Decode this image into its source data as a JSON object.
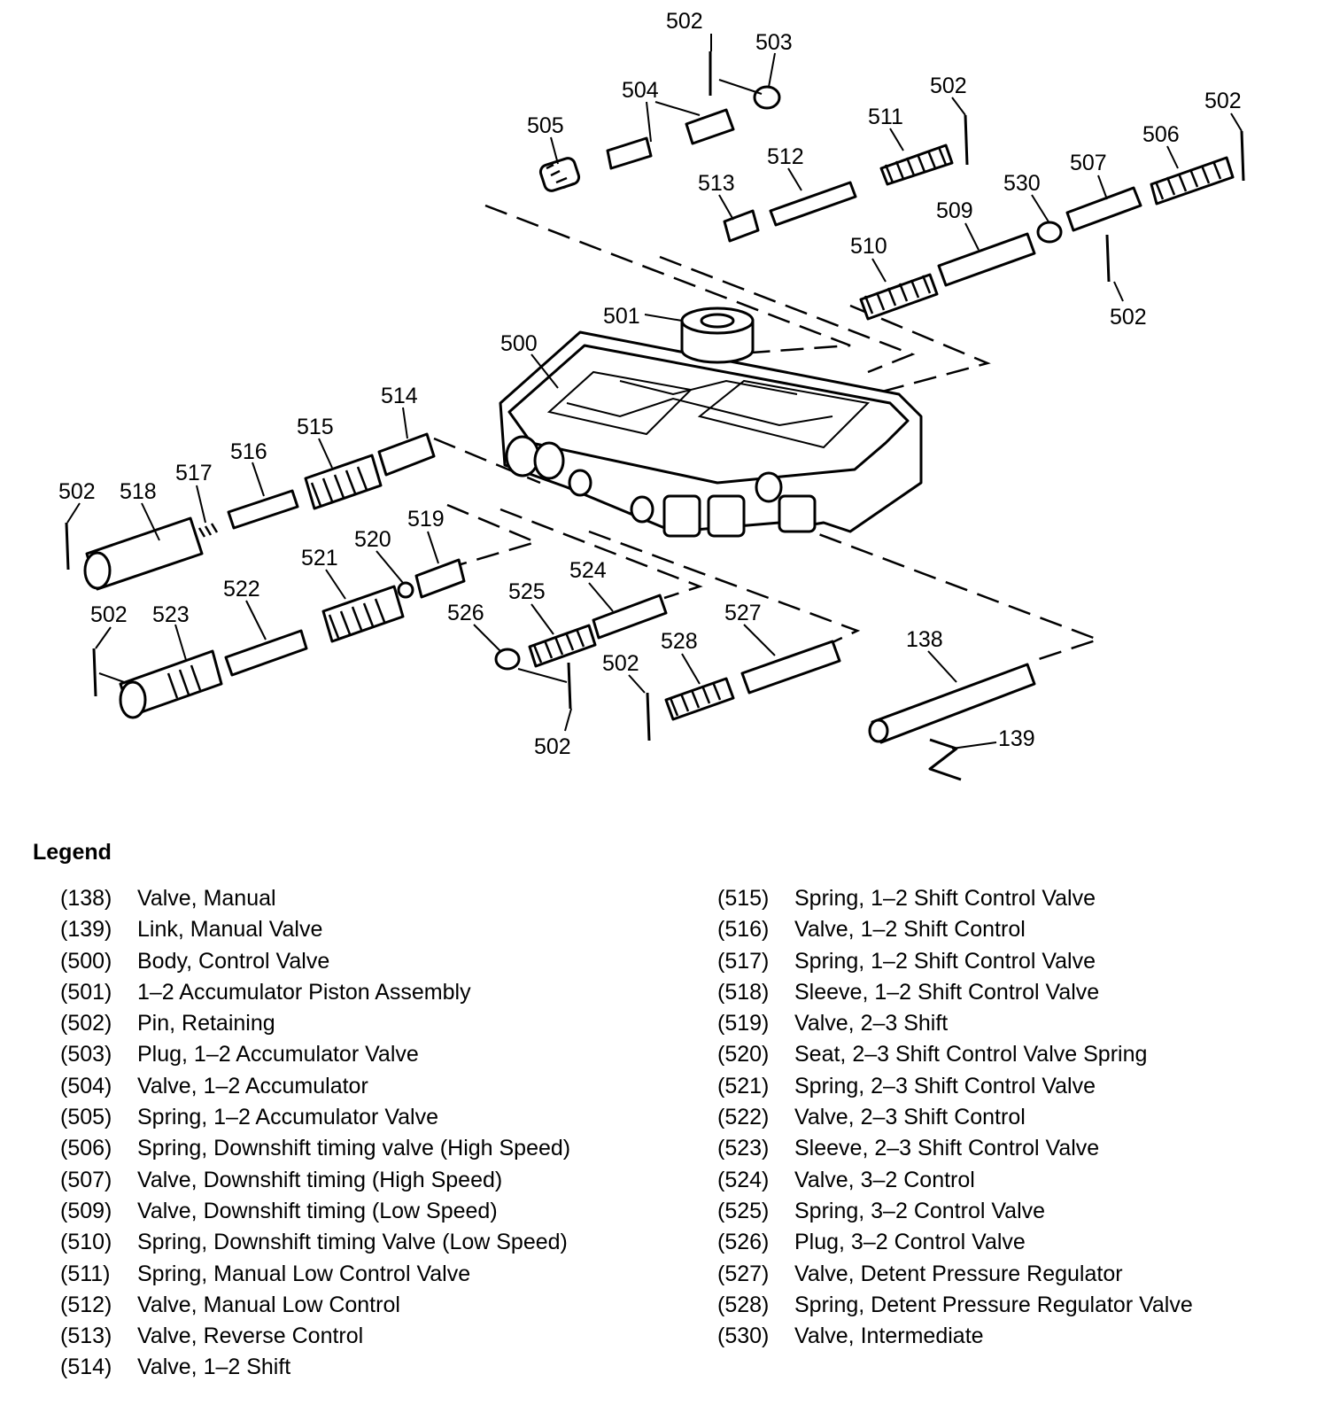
{
  "diagram": {
    "callouts": [
      "502",
      "503",
      "504",
      "505",
      "511",
      "502",
      "502",
      "506",
      "507",
      "530",
      "509",
      "512",
      "513",
      "510",
      "502",
      "501",
      "500",
      "514",
      "515",
      "516",
      "517",
      "502",
      "518",
      "519",
      "520",
      "521",
      "522",
      "524",
      "525",
      "526",
      "502",
      "523",
      "527",
      "528",
      "502",
      "138",
      "502",
      "139"
    ]
  },
  "legend": {
    "title": "Legend",
    "left": [
      {
        "num": "(138)",
        "desc": "Valve, Manual"
      },
      {
        "num": "(139)",
        "desc": "Link, Manual Valve"
      },
      {
        "num": "(500)",
        "desc": "Body, Control Valve"
      },
      {
        "num": "(501)",
        "desc": "1–2 Accumulator Piston Assembly"
      },
      {
        "num": "(502)",
        "desc": "Pin, Retaining"
      },
      {
        "num": "(503)",
        "desc": "Plug, 1–2 Accumulator Valve"
      },
      {
        "num": "(504)",
        "desc": "Valve, 1–2 Accumulator"
      },
      {
        "num": "(505)",
        "desc": "Spring, 1–2 Accumulator Valve"
      },
      {
        "num": "(506)",
        "desc": "Spring, Downshift timing valve (High Speed)"
      },
      {
        "num": "(507)",
        "desc": "Valve, Downshift timing (High Speed)"
      },
      {
        "num": "(509)",
        "desc": "Valve, Downshift timing (Low Speed)"
      },
      {
        "num": "(510)",
        "desc": "Spring, Downshift timing Valve (Low Speed)"
      },
      {
        "num": "(511)",
        "desc": "Spring, Manual Low Control Valve"
      },
      {
        "num": "(512)",
        "desc": "Valve, Manual Low Control"
      },
      {
        "num": "(513)",
        "desc": "Valve, Reverse Control"
      },
      {
        "num": "(514)",
        "desc": "Valve, 1–2 Shift"
      }
    ],
    "right": [
      {
        "num": "(515)",
        "desc": "Spring, 1–2 Shift Control Valve"
      },
      {
        "num": "(516)",
        "desc": "Valve, 1–2 Shift Control"
      },
      {
        "num": "(517)",
        "desc": "Spring, 1–2 Shift Control Valve"
      },
      {
        "num": "(518)",
        "desc": "Sleeve, 1–2 Shift Control Valve"
      },
      {
        "num": "(519)",
        "desc": "Valve, 2–3 Shift"
      },
      {
        "num": "(520)",
        "desc": "Seat, 2–3 Shift Control Valve Spring"
      },
      {
        "num": "(521)",
        "desc": "Spring, 2–3 Shift Control Valve"
      },
      {
        "num": "(522)",
        "desc": "Valve, 2–3 Shift Control"
      },
      {
        "num": "(523)",
        "desc": "Sleeve, 2–3 Shift Control Valve"
      },
      {
        "num": "(524)",
        "desc": "Valve, 3–2 Control"
      },
      {
        "num": "(525)",
        "desc": "Spring, 3–2 Control Valve"
      },
      {
        "num": "(526)",
        "desc": "Plug, 3–2 Control Valve"
      },
      {
        "num": "(527)",
        "desc": "Valve, Detent Pressure Regulator"
      },
      {
        "num": "(528)",
        "desc": "Spring, Detent Pressure Regulator Valve"
      },
      {
        "num": "(530)",
        "desc": "Valve, Intermediate"
      }
    ]
  }
}
